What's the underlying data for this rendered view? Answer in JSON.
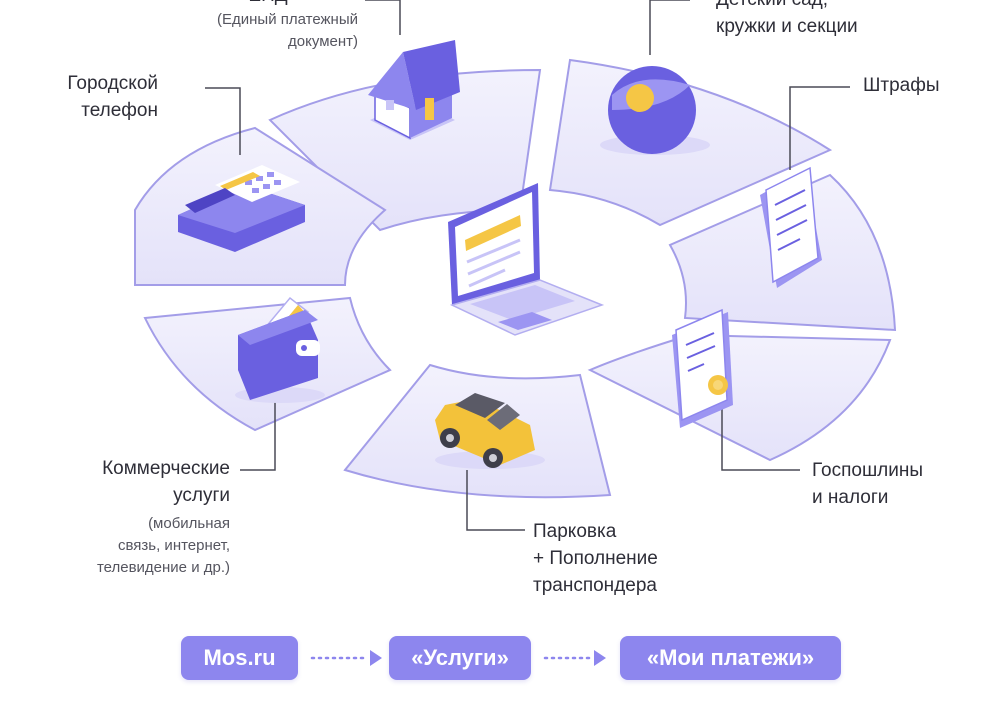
{
  "categories": {
    "enp": {
      "title": "ЕПД",
      "sub1": "(Единый платежный",
      "sub2": "документ)"
    },
    "kindergarten": {
      "line1": "Детский сад,",
      "line2": "кружки и секции"
    },
    "phone": {
      "line1": "Городской",
      "line2": "телефон"
    },
    "fines": {
      "line1": "Штрафы"
    },
    "commercial": {
      "line1": "Коммерческие",
      "line2": "услуги",
      "sub1": "(мобильная",
      "sub2": "связь, интернет,",
      "sub3": "телевидение и др.)"
    },
    "fees": {
      "line1": "Госпошлины",
      "line2": "и налоги"
    },
    "parking": {
      "line1": "Парковка",
      "line2": "+ Пополнение",
      "line3": "транспондера"
    }
  },
  "flow": {
    "step1": "Mos.ru",
    "step2": "«Услуги»",
    "step3": "«Мои платежи»"
  },
  "colors": {
    "accent": "#8d86ee",
    "icon_primary": "#6a60e0",
    "icon_light": "#9c95f2",
    "segment": "#ecebfb",
    "segment_edge": "#a39de8",
    "yellow": "#f5c645",
    "car": "#f3c23a"
  },
  "icons": [
    "house-icon",
    "ball-icon",
    "phone-icon",
    "receipt-icon",
    "laptop-icon",
    "wallet-icon",
    "car-icon",
    "document-icon"
  ]
}
